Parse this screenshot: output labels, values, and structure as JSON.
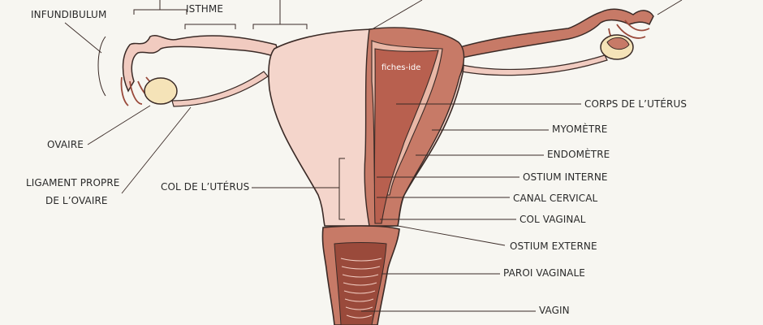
{
  "labels": {
    "infundibulum": "INFUNDIBULUM",
    "isthme": "ISTHME",
    "ovaire": "OVAIRE",
    "ligament_line1": "LIGAMENT PROPRE",
    "ligament_line2": "DE L’OVAIRE",
    "col_uterus": "COL DE L’UTÉRUS",
    "corps_uterus": "CORPS DE L’UTÉRUS",
    "myometre": "MYOMÈTRE",
    "endometre": "ENDOMÈTRE",
    "ostium_interne": "OSTIUM INTERNE",
    "canal_cervical": "CANAL CERVICAL",
    "col_vaginal": "COL VAGINAL",
    "ostium_externe": "OSTIUM EXTERNE",
    "paroi_vaginale": "PAROI VAGINALE",
    "vagin": "VAGIN"
  },
  "watermark": "fiches-ide",
  "colors": {
    "background": "#f7f6f1",
    "tissue_pink": "#f1cbc0",
    "tissue_light": "#f4d5cb",
    "muscle_red": "#b8604f",
    "muscle_dark": "#9a4a3b",
    "ovary_cream": "#f5e3b8",
    "outline": "#3a2a26"
  }
}
